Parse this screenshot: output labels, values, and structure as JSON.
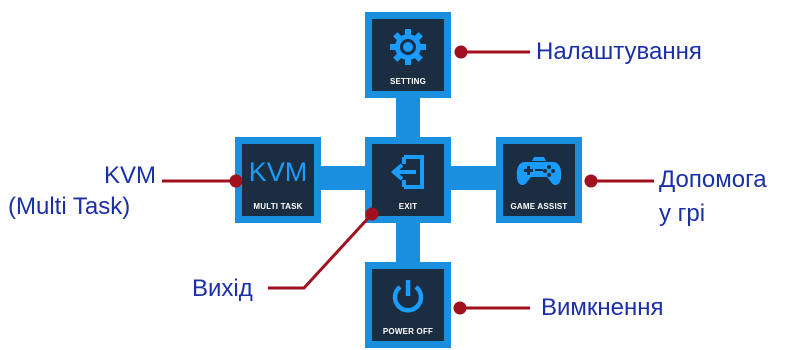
{
  "menu": {
    "setting": {
      "label": "SETTING",
      "icon": "gear-icon"
    },
    "kvm": {
      "label": "MULTI TASK",
      "text": "KVM"
    },
    "exit": {
      "label": "EXIT",
      "icon": "exit-icon"
    },
    "game_assist": {
      "label": "GAME ASSIST",
      "icon": "gamepad-icon"
    },
    "power_off": {
      "label": "POWER OFF",
      "icon": "power-icon"
    }
  },
  "callouts": {
    "settings": "Налаштування",
    "kvm_line1": "KVM",
    "kvm_line2": "(Multi Task)",
    "exit": "Вихід",
    "game_assist_line1": "Допомога",
    "game_assist_line2": "у грі",
    "power_off": "Вимкнення"
  },
  "colors": {
    "connector": "#1a8fe0",
    "tile_frame": "#1a8fe0",
    "tile_body": "#1b2d40",
    "callout_line": "#a0101e",
    "callout_text": "#1a2fa8"
  }
}
